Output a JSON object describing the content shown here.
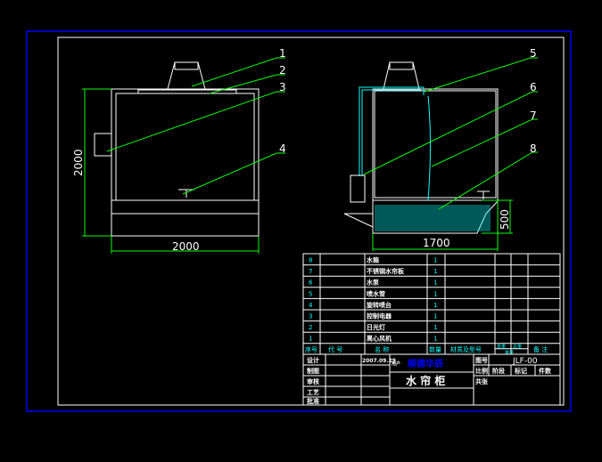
{
  "drawing": {
    "callouts": [
      "1",
      "2",
      "3",
      "4",
      "5",
      "6",
      "7",
      "8"
    ],
    "front_view": {
      "height_dim": "2000",
      "width_dim": "2000"
    },
    "side_view": {
      "width_dim": "1700",
      "tank_dim": "500"
    }
  },
  "parts_list": {
    "rows": [
      {
        "no": "8",
        "name": "水箱",
        "qty": "1"
      },
      {
        "no": "7",
        "name": "不锈钢水帘板",
        "qty": "1"
      },
      {
        "no": "6",
        "name": "水泵",
        "qty": "1"
      },
      {
        "no": "5",
        "name": "喷水管",
        "qty": "1"
      },
      {
        "no": "4",
        "name": "旋转喷台",
        "qty": "1"
      },
      {
        "no": "3",
        "name": "控制电器",
        "qty": "1"
      },
      {
        "no": "2",
        "name": "日光灯",
        "qty": "1"
      },
      {
        "no": "1",
        "name": "离心风机",
        "qty": "1"
      }
    ],
    "headers": {
      "no": "序号",
      "code": "代 号",
      "name": "名 称",
      "qty": "数量",
      "material": "材质及型号",
      "unit_weight": "单重",
      "total_weight": "总重",
      "weight": "重量",
      "remark": "备 注"
    }
  },
  "title_block": {
    "labels": [
      "设计",
      "制图",
      "审核",
      "工艺",
      "批准"
    ],
    "date": "2007.09.29",
    "customer_label": "用户",
    "customer": "顺德华辰",
    "title": "水 帘 柜",
    "drawing_no_label": "图号",
    "drawing_no": "JLF-00",
    "scale_label": "比例",
    "stage_label": "阶段",
    "mark_label": "标记",
    "pieces_label": "件数",
    "sheet_label": "共张"
  },
  "colors": {
    "frame": "#0000ff",
    "border": "#ffffff",
    "leader": "#00ff00",
    "water": "#00ffff",
    "customer": "#0000ff"
  }
}
